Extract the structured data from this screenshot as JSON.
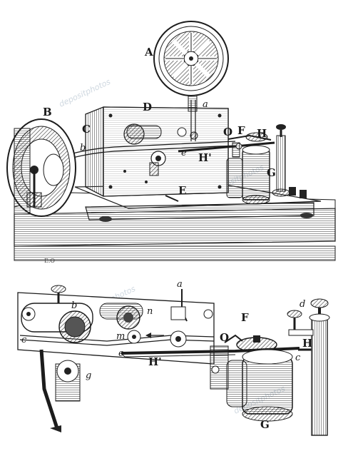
{
  "colors": {
    "ink": "#1c1c1c",
    "paper": "#ffffff",
    "shade": "#6a6a6a",
    "watermark": "#cfd8e0"
  },
  "top_labels": {
    "A": "A",
    "B": "B",
    "C": "C",
    "D": "D",
    "a": "a",
    "b": "b",
    "O": "O",
    "F": "F",
    "H": "H",
    "Hp": "H'",
    "e": "e",
    "G": "G",
    "E": "E"
  },
  "bottom_labels": {
    "a": "a",
    "b": "b",
    "n": "n",
    "m": "m",
    "c1": "c",
    "e": "e",
    "Hp": "H'",
    "O": "O",
    "F": "F",
    "d": "d",
    "H": "H",
    "c2": "c",
    "g": "g",
    "G": "G"
  },
  "signature": "E.O",
  "watermark": "depositphotos"
}
